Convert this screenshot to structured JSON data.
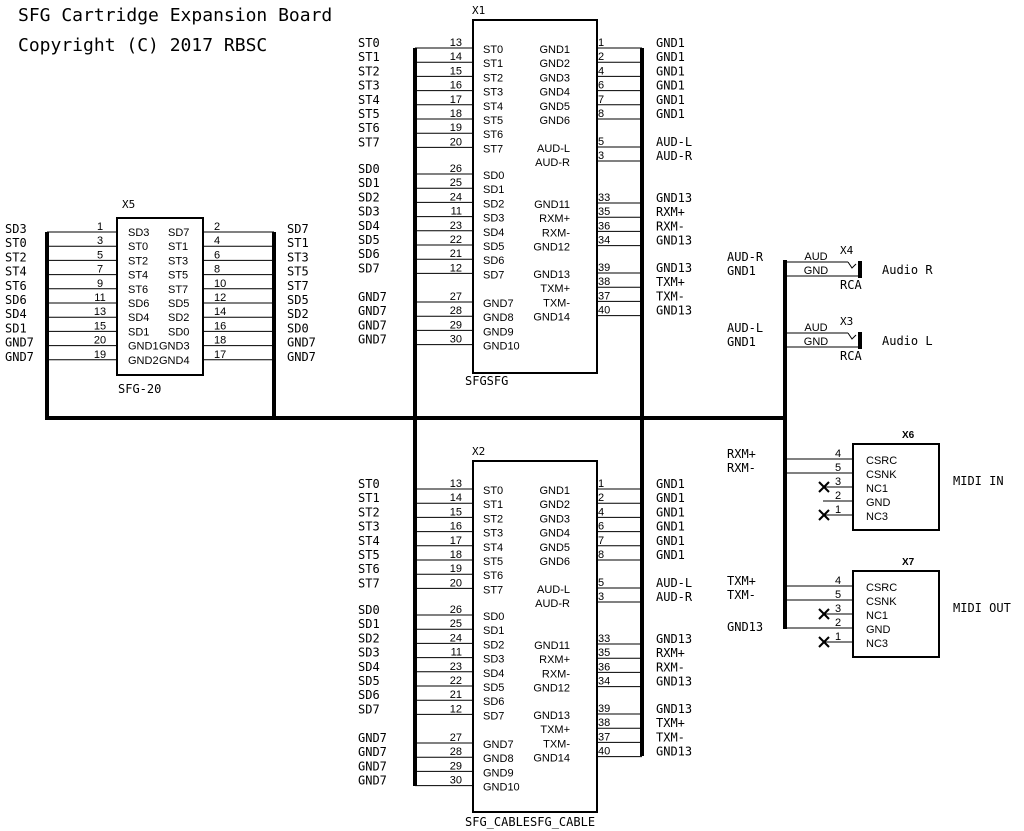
{
  "title": {
    "line1": "SFG Cartridge Expansion Board",
    "line2": "Copyright (C) 2017 RBSC"
  },
  "x5": {
    "ref": "X5",
    "value": "SFG-20",
    "left": [
      {
        "net": "SD3",
        "num": "1",
        "pin": "SD3"
      },
      {
        "net": "ST0",
        "num": "3",
        "pin": "ST0"
      },
      {
        "net": "ST2",
        "num": "5",
        "pin": "ST2"
      },
      {
        "net": "ST4",
        "num": "7",
        "pin": "ST4"
      },
      {
        "net": "ST6",
        "num": "9",
        "pin": "ST6"
      },
      {
        "net": "SD6",
        "num": "11",
        "pin": "SD6"
      },
      {
        "net": "SD4",
        "num": "13",
        "pin": "SD4"
      },
      {
        "net": "SD1",
        "num": "15",
        "pin": "SD1"
      },
      {
        "net": "GND7",
        "num": "20",
        "pin": "GND1"
      },
      {
        "net": "GND7",
        "num": "19",
        "pin": "GND2"
      }
    ],
    "right": [
      {
        "net": "SD7",
        "num": "2",
        "pin": "SD7"
      },
      {
        "net": "ST1",
        "num": "4",
        "pin": "ST1"
      },
      {
        "net": "ST3",
        "num": "6",
        "pin": "ST3"
      },
      {
        "net": "ST5",
        "num": "8",
        "pin": "ST5"
      },
      {
        "net": "ST7",
        "num": "10",
        "pin": "ST7"
      },
      {
        "net": "SD5",
        "num": "12",
        "pin": "SD5"
      },
      {
        "net": "SD2",
        "num": "14",
        "pin": "SD2"
      },
      {
        "net": "SD0",
        "num": "16",
        "pin": "SD0"
      },
      {
        "net": "GND7",
        "num": "18",
        "pin": "GND3"
      },
      {
        "net": "GND7",
        "num": "17",
        "pin": "GND4"
      }
    ]
  },
  "x1": {
    "ref": "X1",
    "value": "SFGSFG",
    "left": [
      {
        "net": "ST0",
        "num": "13",
        "pin": "ST0"
      },
      {
        "net": "ST1",
        "num": "14",
        "pin": "ST1"
      },
      {
        "net": "ST2",
        "num": "15",
        "pin": "ST2"
      },
      {
        "net": "ST3",
        "num": "16",
        "pin": "ST3"
      },
      {
        "net": "ST4",
        "num": "17",
        "pin": "ST4"
      },
      {
        "net": "ST5",
        "num": "18",
        "pin": "ST5"
      },
      {
        "net": "ST6",
        "num": "19",
        "pin": "ST6"
      },
      {
        "net": "ST7",
        "num": "20",
        "pin": "ST7"
      },
      {
        "net": "SD0",
        "num": "26",
        "pin": "SD0"
      },
      {
        "net": "SD1",
        "num": "25",
        "pin": "SD1"
      },
      {
        "net": "SD2",
        "num": "24",
        "pin": "SD2"
      },
      {
        "net": "SD3",
        "num": "11",
        "pin": "SD3"
      },
      {
        "net": "SD4",
        "num": "23",
        "pin": "SD4"
      },
      {
        "net": "SD5",
        "num": "22",
        "pin": "SD5"
      },
      {
        "net": "SD6",
        "num": "21",
        "pin": "SD6"
      },
      {
        "net": "SD7",
        "num": "12",
        "pin": "SD7"
      },
      {
        "net": "GND7",
        "num": "27",
        "pin": "GND7"
      },
      {
        "net": "GND7",
        "num": "28",
        "pin": "GND8"
      },
      {
        "net": "GND7",
        "num": "29",
        "pin": "GND9"
      },
      {
        "net": "GND7",
        "num": "30",
        "pin": "GND10"
      }
    ],
    "right": [
      {
        "net": "GND1",
        "num": "1",
        "pin": "GND1"
      },
      {
        "net": "GND1",
        "num": "2",
        "pin": "GND2"
      },
      {
        "net": "GND1",
        "num": "4",
        "pin": "GND3"
      },
      {
        "net": "GND1",
        "num": "6",
        "pin": "GND4"
      },
      {
        "net": "GND1",
        "num": "7",
        "pin": "GND5"
      },
      {
        "net": "GND1",
        "num": "8",
        "pin": "GND6"
      },
      {
        "net": "AUD-L",
        "num": "5",
        "pin": "AUD-L"
      },
      {
        "net": "AUD-R",
        "num": "3",
        "pin": "AUD-R"
      },
      {
        "net": "GND13",
        "num": "33",
        "pin": "GND11"
      },
      {
        "net": "RXM+",
        "num": "35",
        "pin": "RXM+"
      },
      {
        "net": "RXM-",
        "num": "36",
        "pin": "RXM-"
      },
      {
        "net": "GND13",
        "num": "34",
        "pin": "GND12"
      },
      {
        "net": "GND13",
        "num": "39",
        "pin": "GND13"
      },
      {
        "net": "TXM+",
        "num": "38",
        "pin": "TXM+"
      },
      {
        "net": "TXM-",
        "num": "37",
        "pin": "TXM-"
      },
      {
        "net": "GND13",
        "num": "40",
        "pin": "GND14"
      }
    ]
  },
  "x2": {
    "ref": "X2",
    "value": "SFG_CABLESFG_CABLE"
  },
  "x4": {
    "ref": "X4",
    "value": "RCA",
    "label": "Audio R",
    "pins": [
      {
        "net": "AUD-R",
        "pin": "AUD"
      },
      {
        "net": "GND1",
        "pin": "GND"
      }
    ]
  },
  "x3": {
    "ref": "X3",
    "value": "RCA",
    "label": "Audio L",
    "pins": [
      {
        "net": "AUD-L",
        "pin": "AUD"
      },
      {
        "net": "GND1",
        "pin": "GND"
      }
    ]
  },
  "x6": {
    "ref": "X6",
    "label": "MIDI IN",
    "nets": [
      "RXM+",
      "RXM-"
    ],
    "pins": [
      {
        "num": "4",
        "pin": "CSRC"
      },
      {
        "num": "5",
        "pin": "CSNK"
      },
      {
        "num": "3",
        "pin": "NC1"
      },
      {
        "num": "2",
        "pin": "GND"
      },
      {
        "num": "1",
        "pin": "NC3"
      }
    ]
  },
  "x7": {
    "ref": "X7",
    "label": "MIDI OUT",
    "nets": [
      "TXM+",
      "TXM-",
      "GND13"
    ],
    "pins": [
      {
        "num": "4",
        "pin": "CSRC"
      },
      {
        "num": "5",
        "pin": "CSNK"
      },
      {
        "num": "3",
        "pin": "NC1"
      },
      {
        "num": "2",
        "pin": "GND"
      },
      {
        "num": "1",
        "pin": "NC3"
      }
    ]
  }
}
